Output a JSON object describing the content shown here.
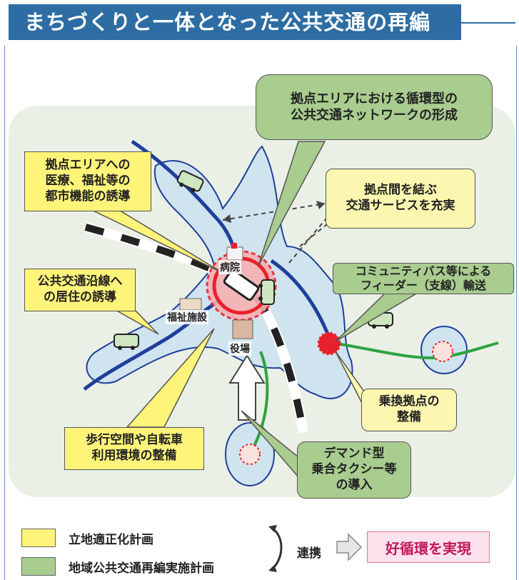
{
  "title": "まちづくりと一体となった公共交通の再編",
  "callouts": {
    "loop_network": "拠点エリアにおける循環型の\n公共交通ネットワークの形成",
    "urban_function": "拠点エリアへの\n医療、福祉等の\n都市機能の誘導",
    "connect_hubs": "拠点間を結ぶ\n交通サービスを充実",
    "residence": "公共交通沿線へ\nの居住の誘導",
    "feeder": "コミュニティバス等による\nフィーダー（支線）輸送",
    "transfer_hub": "乗換拠点の\n整備",
    "walking": "歩行空間や自転車\n利用環境の整備",
    "demand_taxi": "デマンド型\n乗合タクシー等\nの導入"
  },
  "map_labels": {
    "hospital": "病院",
    "welfare": "福祉施設",
    "office": "役場"
  },
  "legend": {
    "yellow_label": "立地適正化計画",
    "green_label": "地域公共交通再編実施計画",
    "link_label": "連携",
    "result_label": "好循環を実現"
  },
  "colors": {
    "header": "#2d6da3",
    "plan_yellow": "#fff47a",
    "plan_green": "#a9cc8f",
    "area_blue": "#cfe4ef",
    "rail_blue": "#1f3f9a",
    "transfer_red": "#e8222a",
    "result_pink": "#fbe2ec"
  }
}
